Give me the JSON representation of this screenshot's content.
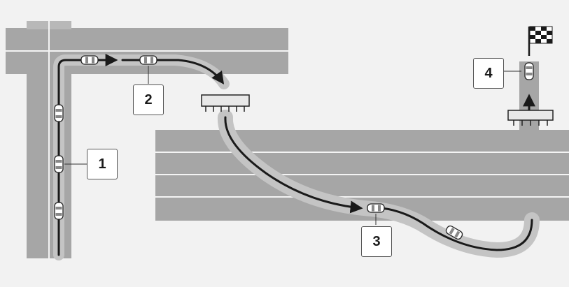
{
  "callouts": {
    "c1": "1",
    "c2": "2",
    "c3": "3",
    "c4": "4"
  },
  "colors": {
    "background": "#f2f2f2",
    "road": "#a6a6a6",
    "route_highlight": "#c4c4c4",
    "lane_line": "#f4f4f4",
    "route_line": "#1a1a1a",
    "car": "#ffffff"
  },
  "icons": [
    "car-icon",
    "finish-flag-icon",
    "overpass-icon",
    "arrow-icon"
  ]
}
